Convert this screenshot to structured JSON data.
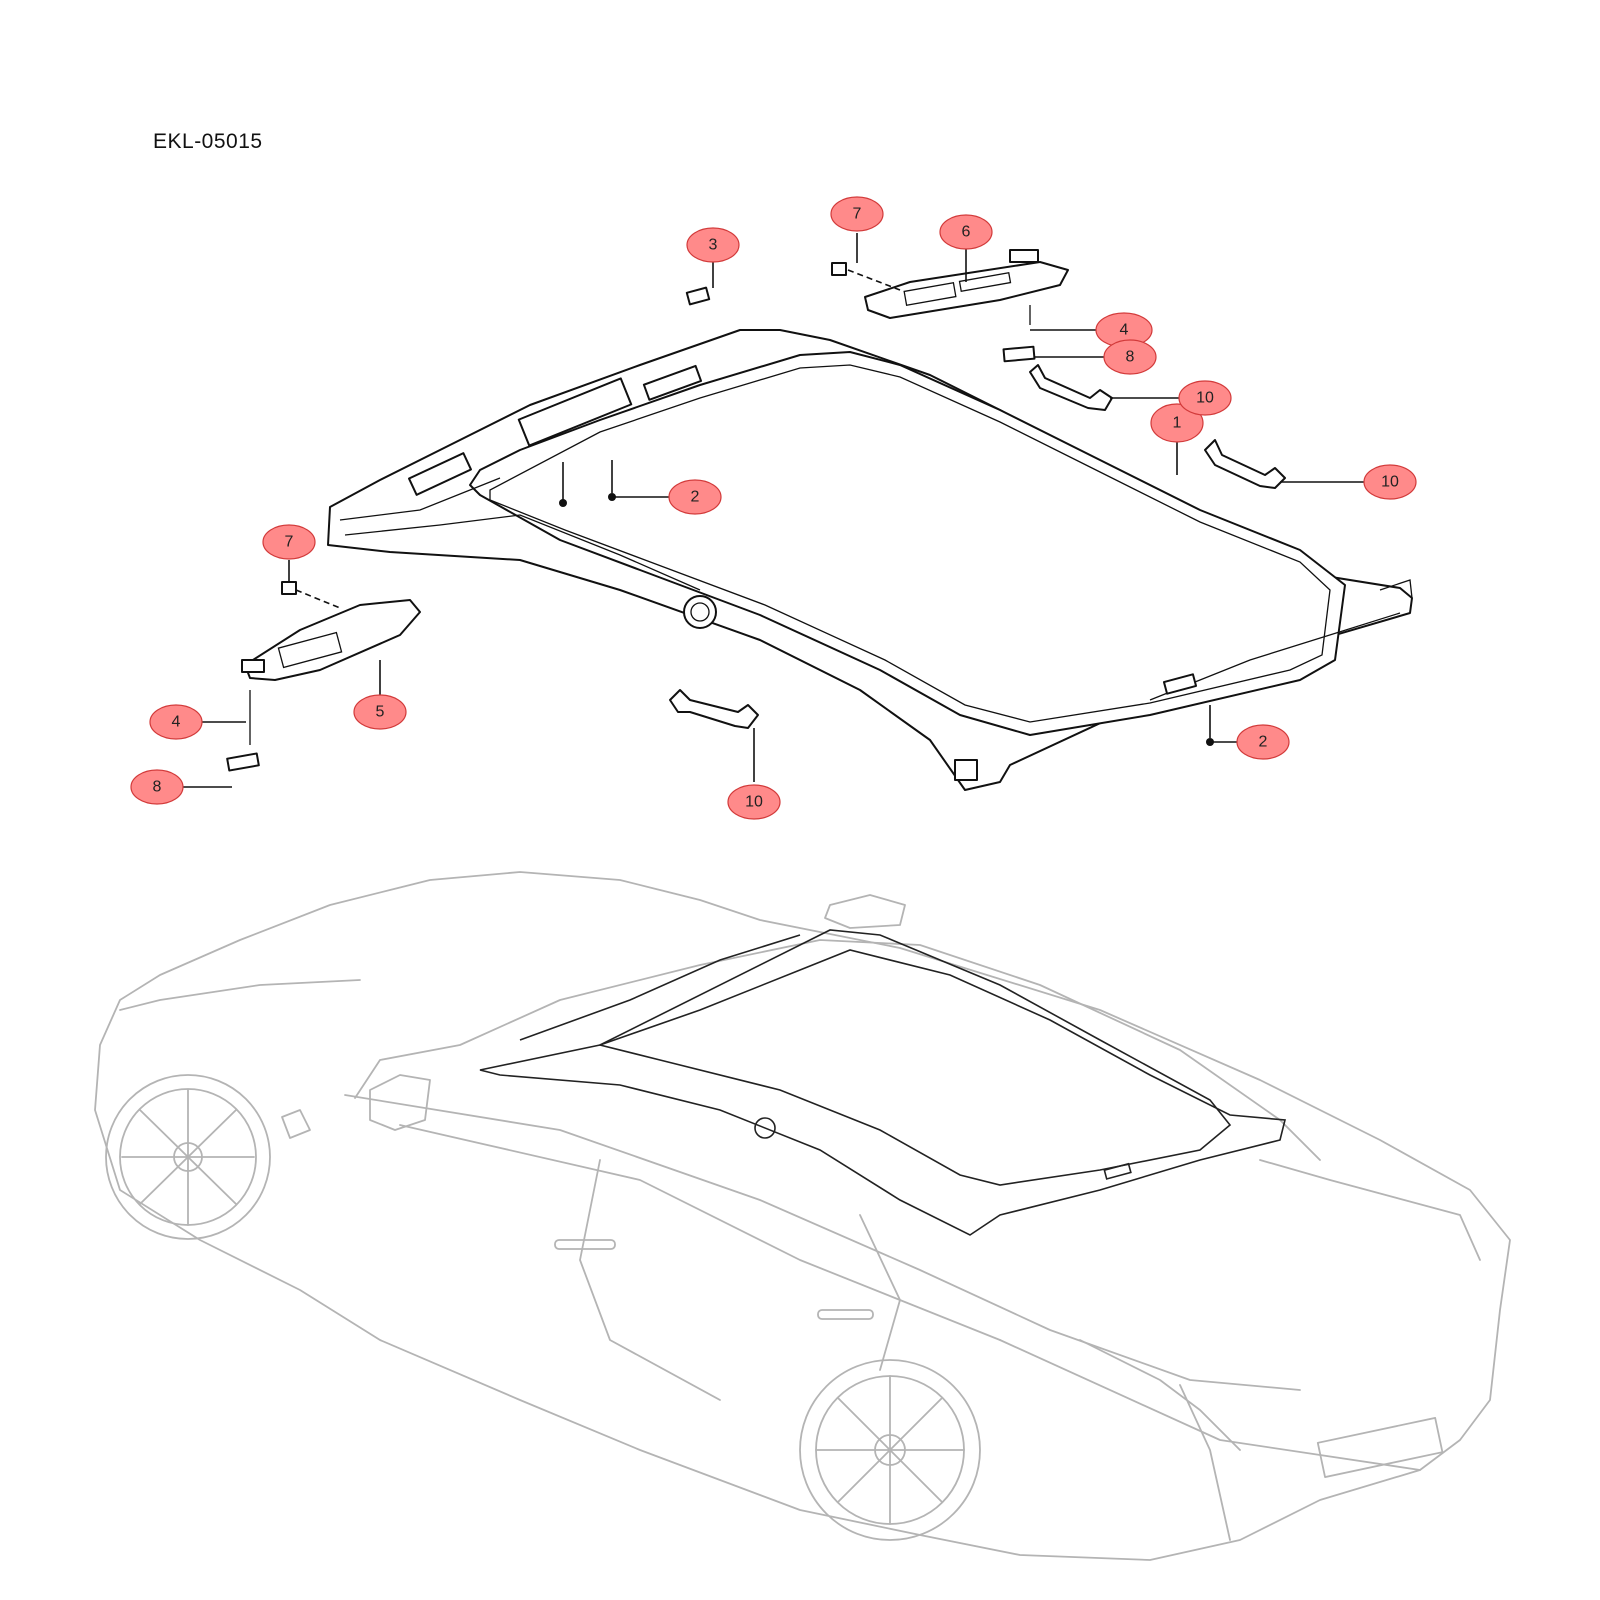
{
  "diagram": {
    "code": "EKL-05015",
    "accent_color": "#ff8a8a",
    "callouts": [
      {
        "label": "1",
        "part": "headliner"
      },
      {
        "label": "2",
        "part": "clip-fastener"
      },
      {
        "label": "2",
        "part": "clip-fastener"
      },
      {
        "label": "3",
        "part": "pad"
      },
      {
        "label": "4",
        "part": "screw"
      },
      {
        "label": "4",
        "part": "screw"
      },
      {
        "label": "5",
        "part": "sun-visor-left"
      },
      {
        "label": "6",
        "part": "sun-visor-right"
      },
      {
        "label": "7",
        "part": "visor-clip"
      },
      {
        "label": "7",
        "part": "visor-clip"
      },
      {
        "label": "8",
        "part": "visor-bracket"
      },
      {
        "label": "8",
        "part": "visor-bracket"
      },
      {
        "label": "10",
        "part": "grab-handle"
      },
      {
        "label": "10",
        "part": "grab-handle"
      },
      {
        "label": "10",
        "part": "grab-handle"
      }
    ]
  }
}
